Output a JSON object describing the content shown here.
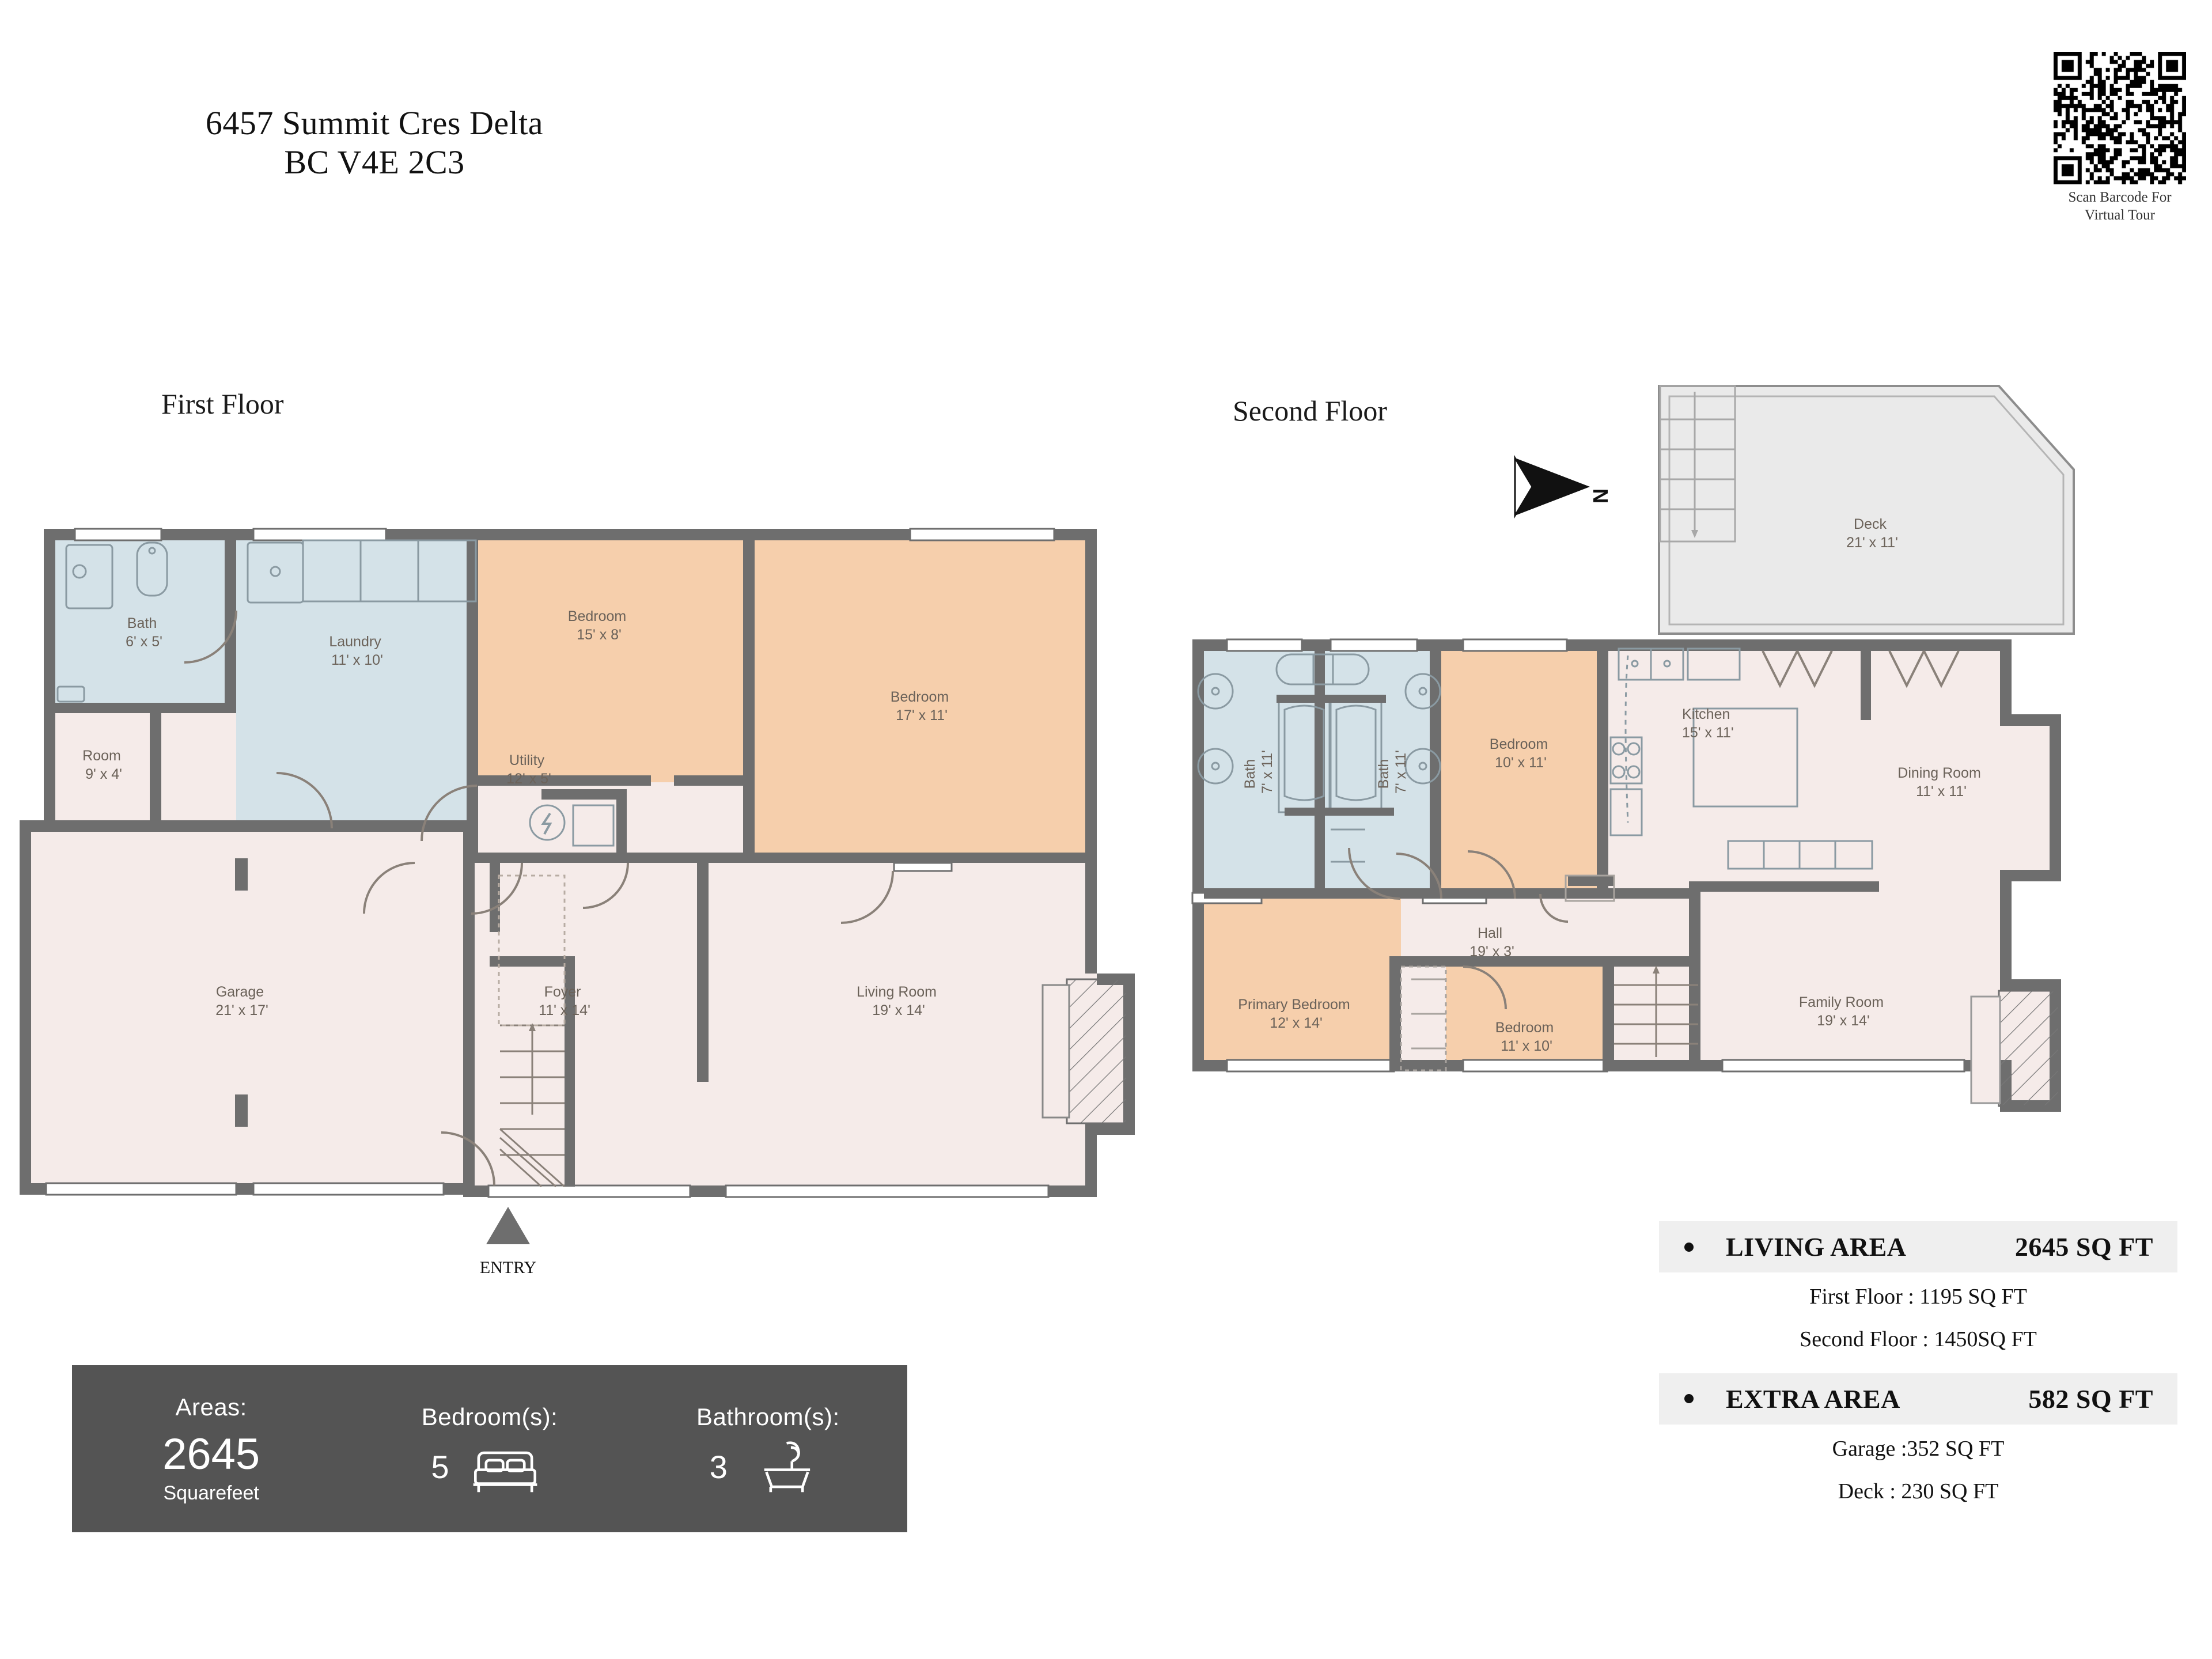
{
  "header": {
    "address_line1": "6457 Summit Cres Delta",
    "address_line2": "BC V4E 2C3",
    "qr_caption": "Scan Barcode For Virtual Tour",
    "qr_icon": "qr-code-icon"
  },
  "floors": [
    {
      "id": "first",
      "title": "First Floor",
      "entry_label": "ENTRY",
      "rooms": [
        {
          "name": "Bath",
          "dims": "6' x 5'",
          "fill": "bath"
        },
        {
          "name": "Laundry",
          "dims": "11' x 10'",
          "fill": "bath"
        },
        {
          "name": "Room",
          "dims": "9' x 4'",
          "fill": "neutral"
        },
        {
          "name": "Bedroom",
          "dims": "15' x 8'",
          "fill": "bedroom"
        },
        {
          "name": "Bedroom",
          "dims": "17' x 11'",
          "fill": "bedroom"
        },
        {
          "name": "Utility",
          "dims": "12' x 5'",
          "fill": "neutral"
        },
        {
          "name": "Garage",
          "dims": "21' x 17'",
          "fill": "neutral"
        },
        {
          "name": "Foyer",
          "dims": "11' x 14'",
          "fill": "neutral"
        },
        {
          "name": "Living Room",
          "dims": "19' x 14'",
          "fill": "neutral"
        }
      ]
    },
    {
      "id": "second",
      "title": "Second Floor",
      "compass_label": "N",
      "rooms": [
        {
          "name": "Deck",
          "dims": "21' x 11'",
          "fill": "deck"
        },
        {
          "name": "Bath",
          "dims": "7' x 11'",
          "fill": "bath"
        },
        {
          "name": "Bath",
          "dims": "7' x 11'",
          "fill": "bath"
        },
        {
          "name": "Bedroom",
          "dims": "10' x 11'",
          "fill": "bedroom"
        },
        {
          "name": "Kitchen",
          "dims": "15' x 11'",
          "fill": "neutral"
        },
        {
          "name": "Dining Room",
          "dims": "11' x 11'",
          "fill": "neutral"
        },
        {
          "name": "Hall",
          "dims": "19' x 3'",
          "fill": "neutral"
        },
        {
          "name": "Primary Bedroom",
          "dims": "12' x 14'",
          "fill": "bedroom"
        },
        {
          "name": "Bedroom",
          "dims": "11' x 10'",
          "fill": "bedroom"
        },
        {
          "name": "Family Room",
          "dims": "19' x 14'",
          "fill": "neutral"
        }
      ]
    }
  ],
  "summary": {
    "areas_label": "Areas:",
    "areas_value": "2645",
    "areas_unit": "Squarefeet",
    "bedrooms_label": "Bedroom(s):",
    "bedrooms_count": "5",
    "bedrooms_icon": "bed-icon",
    "bathrooms_label": "Bathroom(s):",
    "bathrooms_count": "3",
    "bathrooms_icon": "bathtub-icon"
  },
  "area_legend": {
    "living": {
      "label": "LIVING AREA",
      "value": "2645 SQ FT",
      "details": [
        "First Floor : 1195  SQ FT",
        "Second Floor : 1450SQ FT"
      ]
    },
    "extra": {
      "label": "EXTRA AREA",
      "value": "582 SQ FT",
      "details": [
        "Garage :352 SQ FT",
        "Deck : 230 SQ FT"
      ]
    }
  },
  "colors": {
    "bedroom": "#f6cfac",
    "bath": "#d4e2e8",
    "neutral": "#f5ebe9",
    "deck": "#eaeaea",
    "wall": "#6e6e6e",
    "summary_bg": "#545454",
    "legend_bg": "#efefef",
    "label_text": "#6b6259"
  }
}
